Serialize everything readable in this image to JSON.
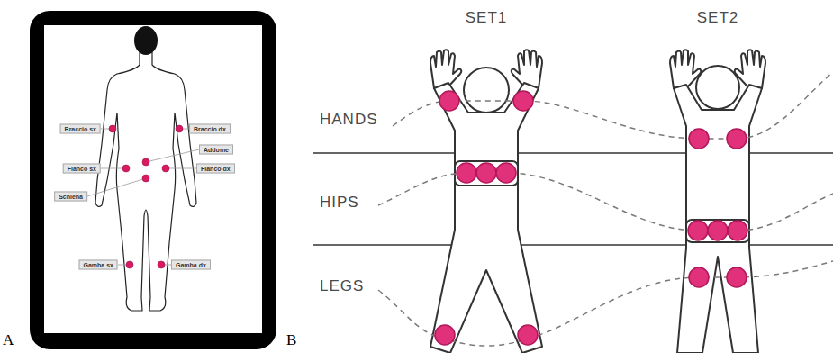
{
  "diagram": {
    "nodes": [
      {
        "text": [
          "Braccio sx"
        ]
      },
      {
        "text": [
          "Braccio dx"
        ]
      },
      {
        "text": [
          "Addome"
        ]
      },
      {
        "text": [
          "Fianco sx"
        ]
      },
      {
        "text": [
          "Fianco dx"
        ]
      },
      {
        "text": [
          "Schiena"
        ]
      },
      {
        "text": [
          "Gamba sx"
        ]
      },
      {
        "text": [
          "Gamba dx"
        ]
      }
    ],
    "labels": [
      "A",
      "B",
      "SET1",
      "SET2",
      "HANDS",
      "HIPS",
      "LEGS"
    ]
  }
}
